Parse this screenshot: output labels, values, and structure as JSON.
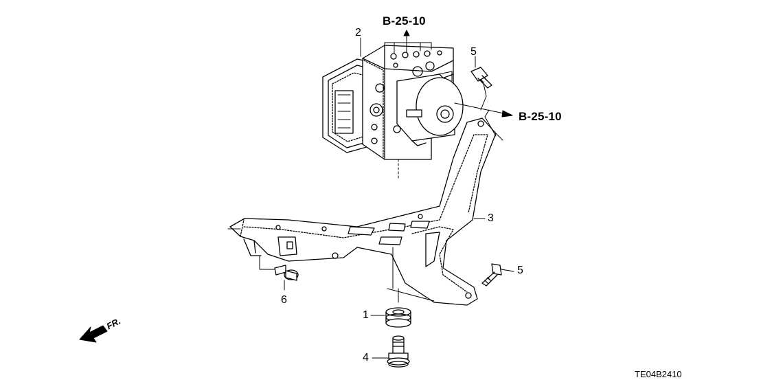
{
  "callouts": {
    "c1": "1",
    "c2": "2",
    "c3": "3",
    "c4": "4",
    "c5_top": "5",
    "c5_right": "5",
    "c6": "6"
  },
  "references": {
    "top": "B-25-10",
    "right": "B-25-10"
  },
  "direction": {
    "label": "FR."
  },
  "diagram_code": "TE04B2410"
}
